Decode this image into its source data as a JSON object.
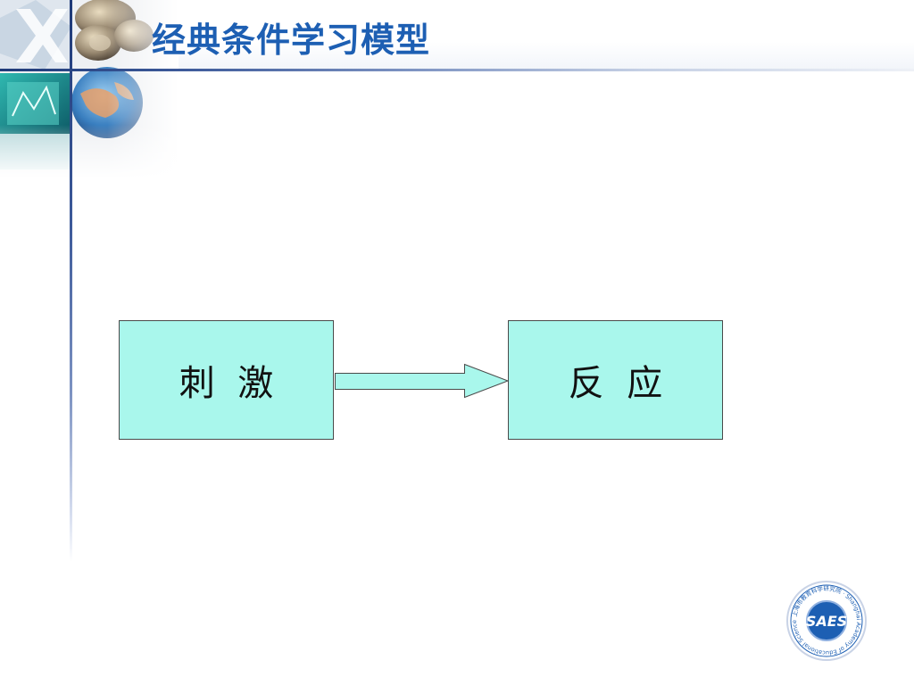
{
  "slide": {
    "title": "经典条件学习模型"
  },
  "diagram": {
    "stimulus_label": "刺  激",
    "response_label": "反  应",
    "box_fill": "#a9f7ec",
    "arrow_fill": "#a9f7ec"
  },
  "logo": {
    "text": "SAES",
    "ring_text": "上海市教育科学研究院",
    "sub_text": "Shanghai Academy of Educational Sciences",
    "color": "#1d5fb3"
  },
  "colors": {
    "title": "#1d5fb3",
    "accent_line": "#1f3a78"
  }
}
